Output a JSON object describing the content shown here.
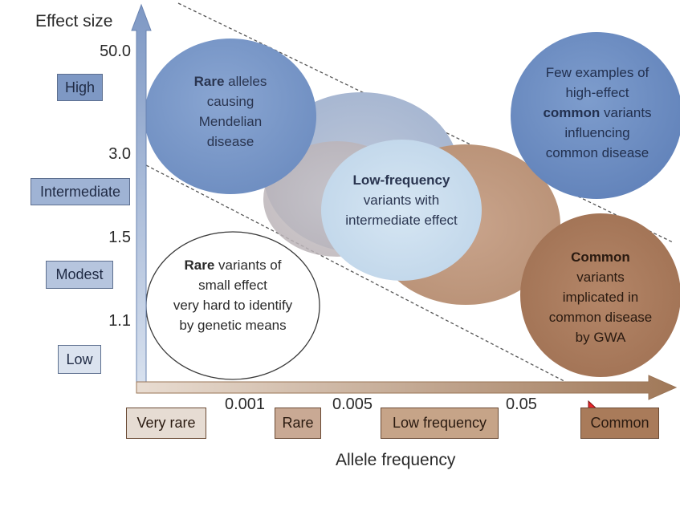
{
  "diagram": {
    "y_axis_title": "Effect size",
    "x_axis_title": "Allele frequency",
    "y_ticks": [
      "50.0",
      "3.0",
      "1.5",
      "1.1"
    ],
    "x_ticks": [
      "0.001",
      "0.005",
      "0.05"
    ],
    "y_categories": [
      "High",
      "Intermediate",
      "Modest",
      "Low"
    ],
    "x_categories": [
      "Very rare",
      "Rare",
      "Low frequency",
      "Common"
    ],
    "bubbles": {
      "rare_mendelian": {
        "bold": "Rare",
        "rest_line1": " alleles",
        "lines": [
          "causing",
          "Mendelian",
          "disease"
        ]
      },
      "high_effect_common": {
        "line1": "Few examples of",
        "line2": "high-effect",
        "bold": "common",
        "line3_rest": " variants",
        "line4": "influencing",
        "line5": "common disease"
      },
      "low_frequency": {
        "bold": "Low-frequency",
        "lines": [
          "variants with",
          "intermediate effect"
        ]
      },
      "common_gwa": {
        "bold": "Common",
        "lines": [
          "variants",
          "implicated in",
          "common disease",
          "by GWA"
        ]
      },
      "rare_small": {
        "bold": "Rare",
        "rest_line1": " variants of",
        "lines": [
          "small effect",
          "very hard to identify",
          "by genetic means"
        ]
      }
    },
    "colors": {
      "axis_blue": "#7e98c4",
      "axis_brown": "#a07858",
      "bubble_blue": "#6f8fc2",
      "bubble_light": "#c9dced",
      "bubble_brown": "#a37556",
      "y_box_fill": "#a9bbd8",
      "x_box_fill": "#c6a488"
    }
  }
}
